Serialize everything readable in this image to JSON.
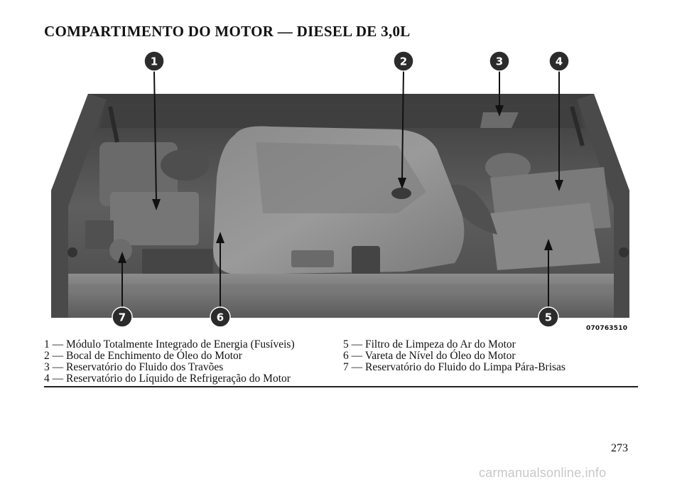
{
  "title": "COMPARTIMENTO DO MOTOR — DIESEL DE 3,0L",
  "figure": {
    "code": "070763510",
    "callouts": [
      "1",
      "2",
      "3",
      "4",
      "5",
      "6",
      "7"
    ]
  },
  "legend": {
    "left": [
      "1 — Módulo Totalmente Integrado de Energia (Fusíveis)",
      "2 — Bocal de Enchimento de Óleo do Motor",
      "3 — Reservatório do Fluido dos Travões",
      "4 — Reservatório do Líquido de Refrigeração do Motor"
    ],
    "right": [
      "5 — Filtro de Limpeza do Ar do Motor",
      "6 — Vareta de Nível do Óleo do Motor",
      "7 — Reservatório do Fluido do Limpa Pára-Brisas"
    ]
  },
  "page_number": "273",
  "watermark": "carmanualsonline.info",
  "colors": {
    "callout_fill": "#2b2b2b",
    "engine_bay": "#5c5c5c",
    "text": "#111111"
  }
}
